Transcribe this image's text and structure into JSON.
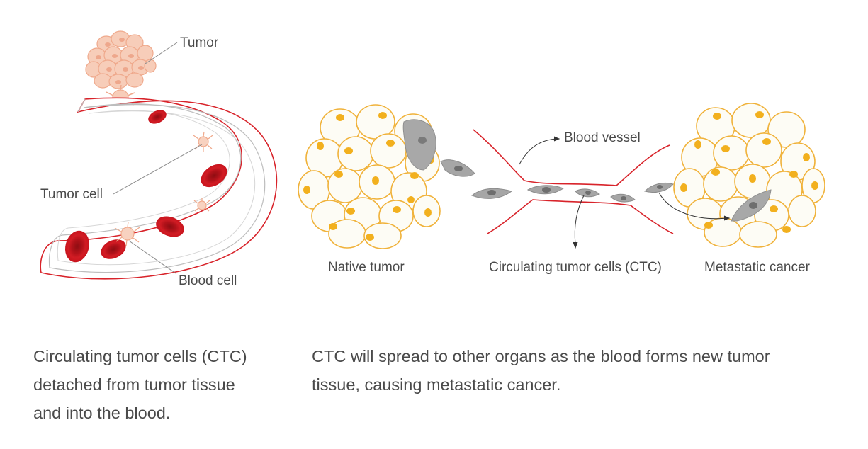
{
  "left_panel": {
    "labels": {
      "tumor": "Tumor",
      "tumor_cell": "Tumor cell",
      "blood_cell": "Blood cell"
    },
    "caption": "Circulating tumor cells (CTC) detached from tumor tissue and into the blood."
  },
  "right_panel": {
    "labels": {
      "blood_vessel": "Blood vessel",
      "native_tumor": "Native tumor",
      "ctc": "Circulating tumor cells (CTC)",
      "metastatic_cancer": "Metastatic cancer"
    },
    "caption": "CTC will spread to other organs as the blood forms new tumor tissue, causing metastatic cancer."
  },
  "colors": {
    "vessel_red": "#d8232a",
    "blood_cell_red": "#c9151e",
    "tumor_pink": "#f6c8b4",
    "tumor_orange": "#f2b01e",
    "ctc_gray": "#a6a6a6",
    "divider_gray": "#cfcfcf",
    "text_gray": "#4a4a4a"
  }
}
